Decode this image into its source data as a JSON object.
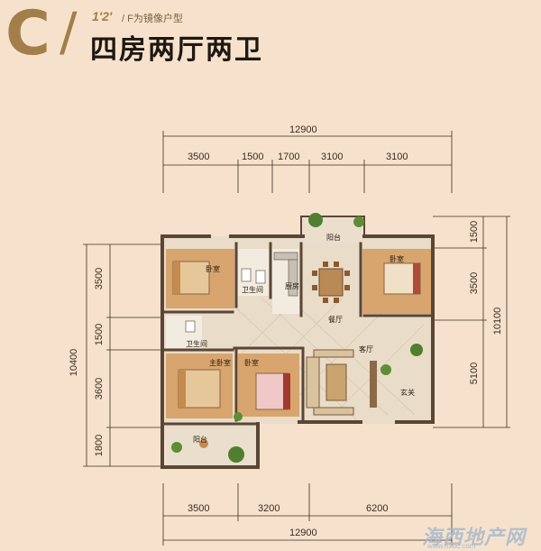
{
  "header": {
    "letter": "C",
    "slash": "/",
    "code": "1'2'",
    "note": "/ F为镜像户型",
    "title": "四房两厅两卫"
  },
  "dimensions": {
    "top_total": "12900",
    "top_segments": [
      "3500",
      "1500",
      "1700",
      "3100",
      "3100"
    ],
    "bottom_segments": [
      "3500",
      "3200",
      "6200"
    ],
    "bottom_total": "12900",
    "left_segments": [
      "3500",
      "1500",
      "3600",
      "1800"
    ],
    "left_total": "10400",
    "right_segments": [
      "1500",
      "3500",
      "5100"
    ],
    "right_total": "10100"
  },
  "rooms": {
    "bedroom_nw": "卧室",
    "bath_1": "卫生间",
    "kitchen": "厨房",
    "balcony_top": "阳台",
    "bedroom_ne": "卧室",
    "dining": "餐厅",
    "bath_2": "卫生间",
    "master_bedroom": "主卧室",
    "bedroom_mid": "卧室",
    "living": "客厅",
    "entrance": "玄关",
    "balcony_bottom": "阳台"
  },
  "watermark": {
    "text": "海西地产网",
    "url": "www.hxoc.com"
  },
  "colors": {
    "background": "#f6e2cc",
    "accent": "#a27f4a",
    "wall": "#5a4636",
    "floor_tile": "#e9dcc8",
    "wood_floor": "#d7a56d"
  }
}
